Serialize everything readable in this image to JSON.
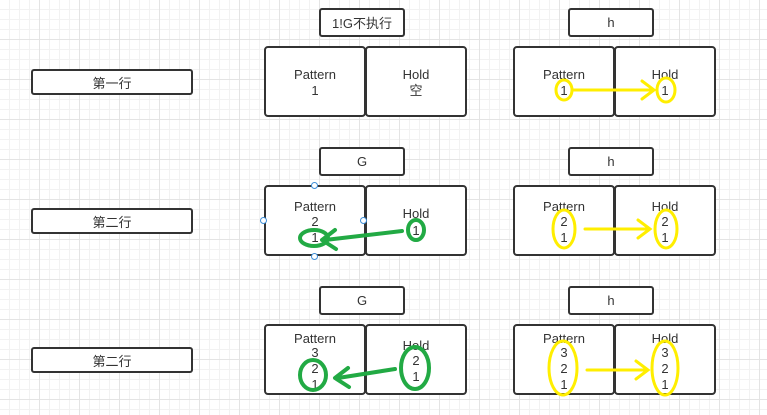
{
  "rows": [
    {
      "label": "第一行"
    },
    {
      "label": "第二行"
    },
    {
      "label": "第二行"
    }
  ],
  "left": {
    "commands": [
      "1!G不执行",
      "G",
      "G"
    ],
    "pattern_title": "Pattern",
    "hold_title": "Hold",
    "row1": {
      "pattern": [
        "1"
      ],
      "hold": [
        "空"
      ]
    },
    "row2": {
      "pattern": [
        "2",
        "1"
      ],
      "hold": [
        "1"
      ]
    },
    "row3": {
      "pattern": [
        "3",
        "2",
        "1"
      ],
      "hold": [
        "2",
        "1"
      ]
    }
  },
  "right": {
    "commands": [
      "h",
      "h",
      "h"
    ],
    "pattern_title": "Pattern",
    "hold_title": "Hold",
    "row1": {
      "pattern": [
        "1"
      ],
      "hold": [
        "1"
      ]
    },
    "row2": {
      "pattern": [
        "2",
        "1"
      ],
      "hold": [
        "2",
        "1"
      ]
    },
    "row3": {
      "pattern": [
        "3",
        "2",
        "1"
      ],
      "hold": [
        "3",
        "2",
        "1"
      ]
    }
  },
  "colors": {
    "green_annotation": "#22aa44",
    "yellow_annotation": "#ffee00",
    "selection_handle": "#3f8fd8"
  }
}
